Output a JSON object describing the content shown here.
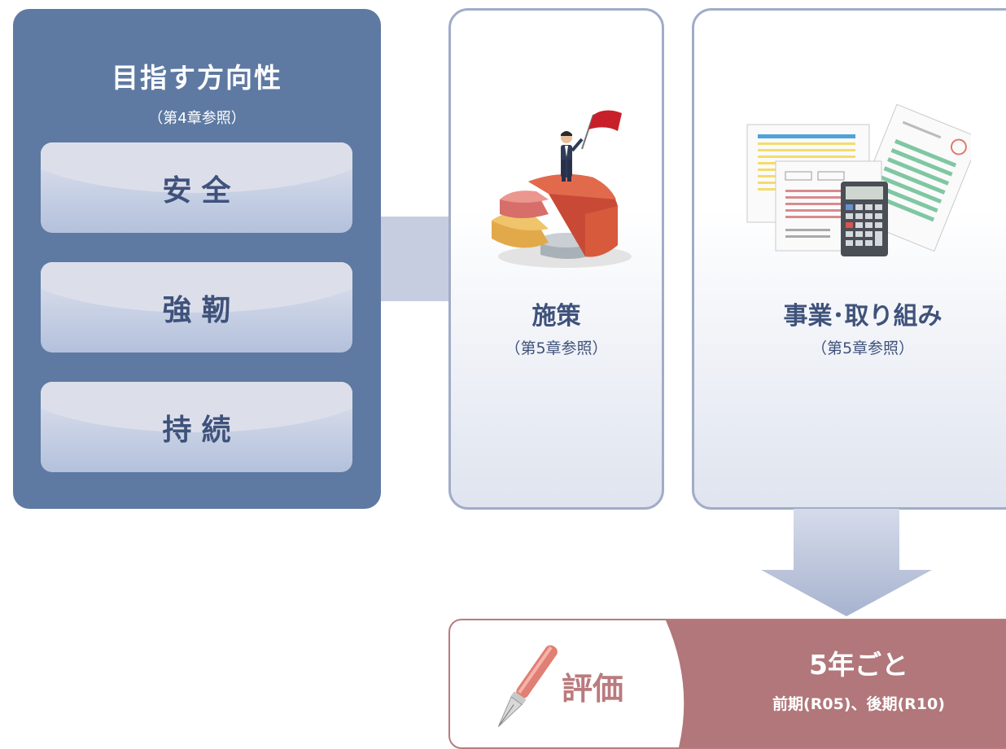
{
  "direction": {
    "title": "目指す方向性",
    "ref": "（第4章参照）",
    "items": [
      "安全",
      "強靭",
      "持続"
    ]
  },
  "measures": {
    "title": "施策",
    "ref": "（第5章参照）",
    "illustration": "pie-chart-flag-icon"
  },
  "projects": {
    "title": "事業･取り組み",
    "ref": "（第5章参照）",
    "illustration": "documents-calculator-icon"
  },
  "evaluation": {
    "label": "評価",
    "period": "5年ごと",
    "detail": "前期(R05)、後期(R10)",
    "icon": "fountain-pen-icon"
  },
  "colors": {
    "panel_blue": "#5e7aa2",
    "pill_blue": "#b4c1dc",
    "text_navy": "#3f527b",
    "card_border": "#a1acc8",
    "eval_rose": "#b97b7e"
  }
}
